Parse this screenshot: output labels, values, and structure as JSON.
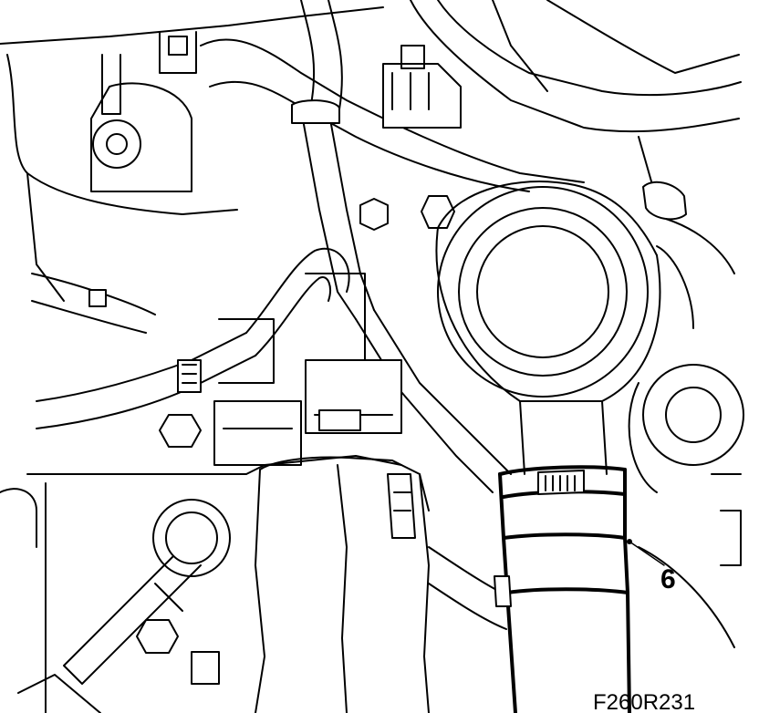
{
  "callouts": [
    {
      "label": "6",
      "target": "hose-clamp"
    }
  ],
  "figure_code": "F260R231"
}
